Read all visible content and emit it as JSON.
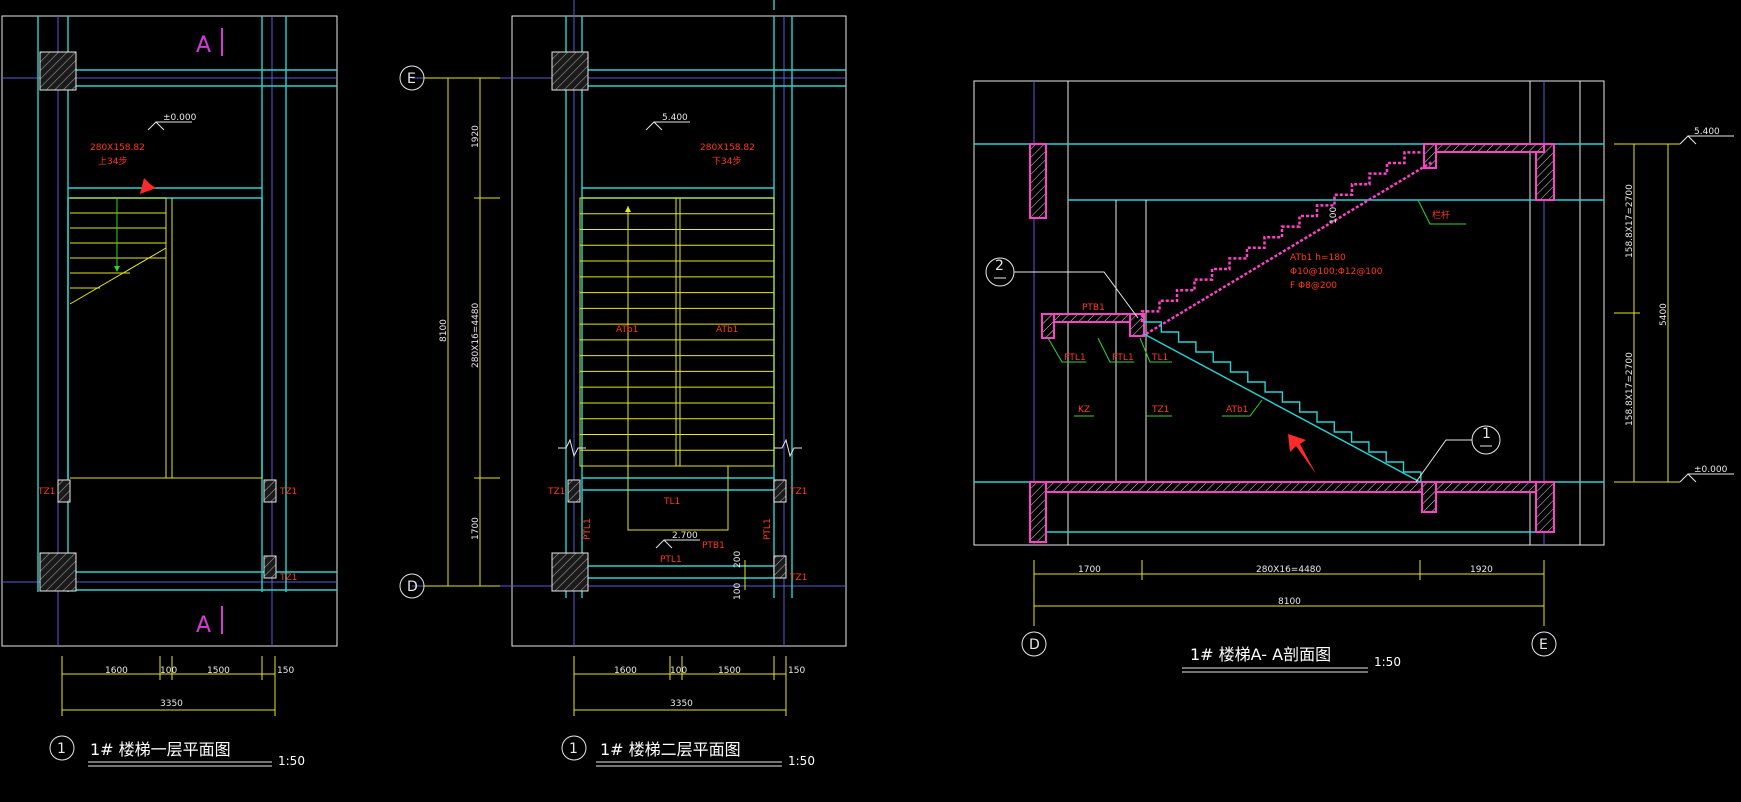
{
  "plan1": {
    "title": "1# 楼梯一层平面图",
    "scale": "1:50",
    "level": "±0.000",
    "stair_note_1": "280X158.82",
    "stair_note_2": "上34步",
    "section_mark": "A",
    "column_label": "TZ1",
    "dims": [
      "1600",
      "100",
      "1500",
      "150"
    ],
    "total_dim": "3350",
    "axis": "1"
  },
  "plan2": {
    "title": "1# 楼梯二层平面图",
    "scale": "1:50",
    "level": "5.400",
    "level2": "2.700",
    "stair_note_1": "280X158.82",
    "stair_note_2": "下34步",
    "flight_label": "ATb1",
    "beam_tl": "TL1",
    "beam_ptl": "PTL1",
    "slab_ptb": "PTB1",
    "column_label": "TZ1",
    "vdims": [
      "1920",
      "280X16=4480",
      "1700"
    ],
    "vtotal": "8100",
    "small_dims": [
      "200",
      "100"
    ],
    "dims": [
      "1600",
      "100",
      "1500",
      "150"
    ],
    "total_dim": "3350",
    "axis_e": "E",
    "axis_d": "D",
    "axis": "1"
  },
  "section": {
    "title": "1# 楼梯A- A剖面图",
    "scale": "1:50",
    "top_level": "5.400",
    "bottom_level": "±0.000",
    "vdims": [
      "158.8X17=2700",
      "158.8X17=2700"
    ],
    "vtotal": "5400",
    "hdims": [
      "1700",
      "280X16=4480",
      "1920"
    ],
    "htotal": "8100",
    "axis_d": "D",
    "axis_e": "E",
    "detail_1": "1",
    "detail_2": "2",
    "flight_note_1": "ATb1  h=180",
    "flight_note_2": "Φ10@100;Φ12@100",
    "flight_note_3": "F Φ8@200",
    "labels": {
      "ptb": "PTB1",
      "ptl1a": "PTL1",
      "ptl1b": "PTL1",
      "tl": "TL1",
      "kz": "KZ",
      "tz": "TZ1",
      "atb": "ATb1",
      "railing": "栏杆",
      "dim_100": "100"
    }
  },
  "colors": {
    "background": "#000000",
    "outline": "#e8e8e8",
    "beam": "#27d3d3",
    "axis": "#5a5ad8",
    "stair": "#e6e61a",
    "leader": "#2fd22f",
    "annotation": "#ff3a1a",
    "concrete": "#ff40c8",
    "pointer": "#ff2a2a"
  }
}
